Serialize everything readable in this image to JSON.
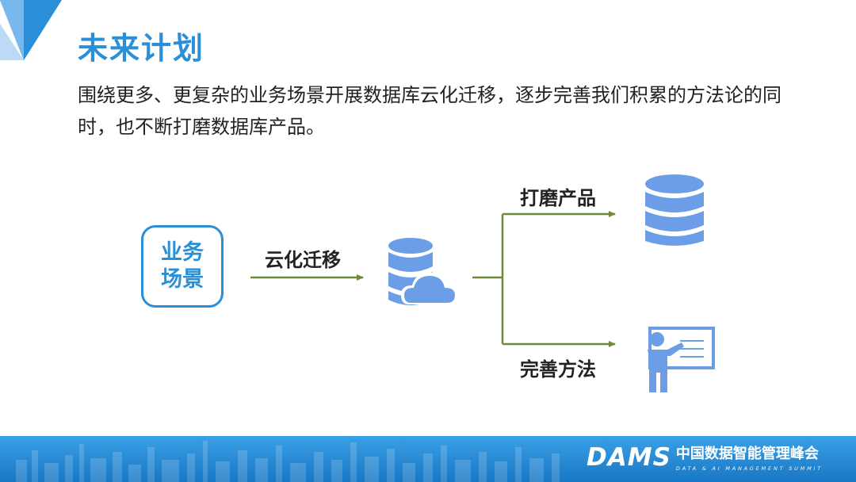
{
  "slide": {
    "title": "未来计划",
    "intro": "围绕更多、更复杂的业务场景开展数据库云化迁移，逐步完善我们积累的方法论的同时，也不断打磨数据库产品。"
  },
  "diagram": {
    "source_box": {
      "line1": "业务",
      "line2": "场景"
    },
    "edge_migrate": "云化迁移",
    "branch_product": "打磨产品",
    "branch_method": "完善方法"
  },
  "footer": {
    "logo": "DAMS",
    "name": "中国数据智能管理峰会",
    "subtitle": "DATA & AI MANAGEMENT SUMMIT"
  },
  "colors": {
    "title_blue": "#2a8fd6",
    "icon_blue": "#6b9ee6",
    "arrow_green": "#6f8a3a",
    "footer_blue": "#1a8cd8"
  },
  "icons": [
    "database-cloud-icon",
    "database-icon",
    "presenter-board-icon",
    "corner-triangle-logo"
  ]
}
